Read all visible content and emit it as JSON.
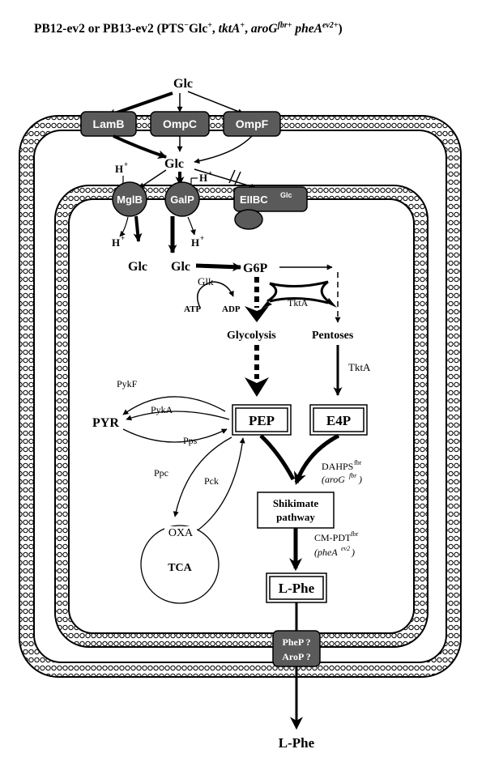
{
  "title": {
    "strains": "PB12-ev2 or PB13-ev2 (PTS",
    "sup_minus": "−",
    "glc": "Glc",
    "sup_plus": "+",
    "sep": ", ",
    "tkta": "tktA",
    "aro": "aroG",
    "sup_fbr_plus": "fbr+",
    "phe": "pheA",
    "sup_ev2_plus": "ev2+",
    "close": ")"
  },
  "metabolites": {
    "glc_out": "Glc",
    "glc_periplasm": "Glc",
    "glc_mglb": "Glc",
    "glc_galp": "Glc",
    "g6p": "G6P",
    "glycolysis": "Glycolysis",
    "pentoses": "Pentoses",
    "pep": "PEP",
    "e4p": "E4P",
    "pyr": "PYR",
    "oxa": "OXA",
    "tca": "TCA",
    "shikimate_1": "Shikimate",
    "shikimate_2": "pathway",
    "lphe_in": "L-Phe",
    "lphe_out": "L-Phe",
    "atp": "ATP",
    "adp": "ADP",
    "h_plus": "H",
    "h_sup": "+"
  },
  "proteins": {
    "lamb": "LamB",
    "ompc": "OmpC",
    "ompf": "OmpF",
    "mglb": "MglB",
    "galp": "GalP",
    "eiibc": "EIIBC",
    "eiibc_sup": "Glc",
    "phep": "PheP ?",
    "arop": "AroP ?"
  },
  "enzymes": {
    "glk": "Glk",
    "tkta_center": "TktA",
    "tkta_right": "TktA",
    "pykf": "PykF",
    "pyka": "PykA",
    "pps": "Pps",
    "ppc": "Ppc",
    "pck": "Pck",
    "dahps": "DAHPS",
    "dahps_sup": "fbr",
    "arog_gene": "aroG",
    "arog_sup": "fbr",
    "cmpdt": "CM-PDT",
    "cmpdt_sup": "fbr",
    "phea_gene": "pheA",
    "phea_sup": "ev2"
  },
  "colors": {
    "protein_fill": "#5a5a5a",
    "protein_text": "#ffffff",
    "line": "#000000",
    "membrane": "#ffffff"
  }
}
